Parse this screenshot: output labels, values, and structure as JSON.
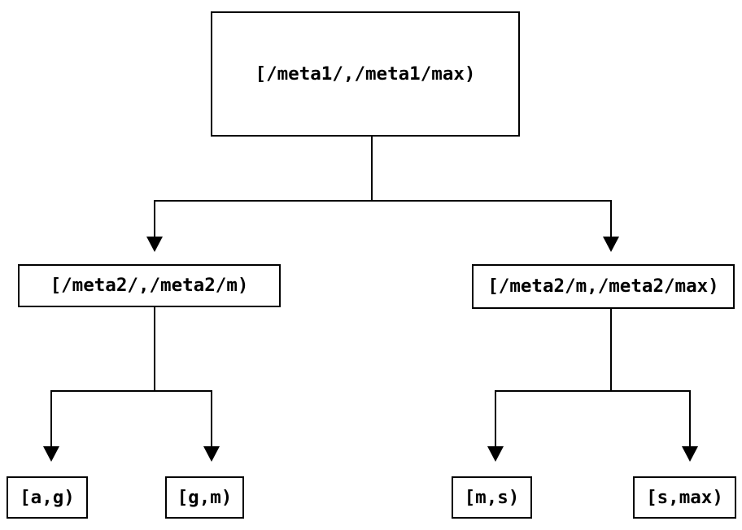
{
  "diagram": {
    "type": "tree",
    "colors": {
      "background": "#ffffff",
      "node_fill": "#ffffff",
      "line": "#000000",
      "text": "#000000"
    },
    "nodes": [
      {
        "id": "root",
        "label": "[/meta1/,/meta1/max)"
      },
      {
        "id": "meta2-low",
        "label": "[/meta2/,/meta2/m)"
      },
      {
        "id": "meta2-high",
        "label": "[/meta2/m,/meta2/max)"
      },
      {
        "id": "leaf-a-g",
        "label": "[a,g)"
      },
      {
        "id": "leaf-g-m",
        "label": "[g,m)"
      },
      {
        "id": "leaf-m-s",
        "label": "[m,s)"
      },
      {
        "id": "leaf-s-max",
        "label": "[s,max)"
      }
    ],
    "edges": [
      {
        "from": "root",
        "to": "meta2-low"
      },
      {
        "from": "root",
        "to": "meta2-high"
      },
      {
        "from": "meta2-low",
        "to": "leaf-a-g"
      },
      {
        "from": "meta2-low",
        "to": "leaf-g-m"
      },
      {
        "from": "meta2-high",
        "to": "leaf-m-s"
      },
      {
        "from": "meta2-high",
        "to": "leaf-s-max"
      }
    ]
  }
}
